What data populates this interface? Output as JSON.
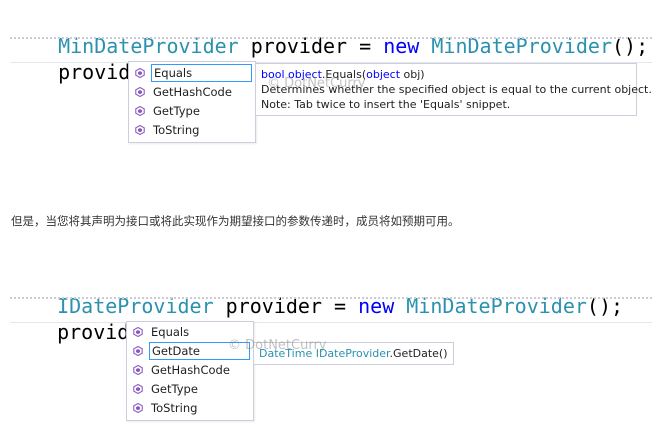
{
  "example1": {
    "line1": {
      "type1": "MinDateProvider",
      "var_name": " provider = ",
      "kw_new": "new",
      "type2": " MinDateProvider",
      "tail": "();"
    },
    "line2": "provider.",
    "completion": {
      "items": [
        {
          "label": "Equals",
          "selected": true
        },
        {
          "label": "GetHashCode",
          "selected": false
        },
        {
          "label": "GetType",
          "selected": false
        },
        {
          "label": "ToString",
          "selected": false
        }
      ]
    },
    "tooltip": {
      "return_kw": "bool",
      "owner_type": "object",
      "member": ".Equals(",
      "param_type": "object",
      "param_rest": " obj)",
      "line2": "Determines whether the specified object is equal to the current object.",
      "line3": "Note: Tab twice to insert the 'Equals' snippet."
    },
    "watermark": "© DotNetCurry"
  },
  "paragraph": "但是，当您将其声明为接口或将此实现作为期望接口的参数传递时，成员将如预期可用。",
  "example2": {
    "line1": {
      "type1": "IDateProvider",
      "var_name": " provider = ",
      "kw_new": "new",
      "type2": " MinDateProvider",
      "tail": "();"
    },
    "line2": "provider.",
    "completion": {
      "items": [
        {
          "label": "Equals",
          "selected": false
        },
        {
          "label": "GetDate",
          "selected": true
        },
        {
          "label": "GetHashCode",
          "selected": false
        },
        {
          "label": "GetType",
          "selected": false
        },
        {
          "label": "ToString",
          "selected": false
        }
      ]
    },
    "tooltip": {
      "return_type": "DateTime",
      "owner_type": " IDateProvider",
      "member": ".GetDate()"
    },
    "watermark": "© DotNetCurry"
  },
  "colors": {
    "type": "#2b91af",
    "keyword": "#0000ff",
    "selection_border": "#3399ff",
    "method_icon": "#8a5bbf"
  },
  "icons": {
    "completion_item": "method-cube-icon"
  }
}
